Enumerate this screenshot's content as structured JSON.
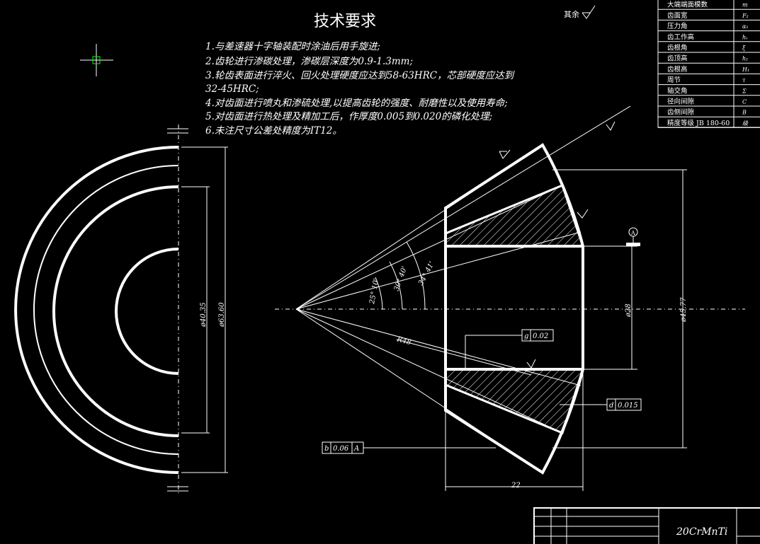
{
  "title": "技术要求",
  "requirements": [
    "1.与差速器十字轴装配时涂油后用手旋进;",
    "2.齿轮进行渗碳处理，渗碳层深度为0.9-1.3mm;",
    "3.轮齿表面进行淬火、回火处理硬度应达到58-63HRC，芯部硬度应达到",
    "32-45HRC;",
    "4.对齿面进行喷丸和渗硫处理,以提高齿轮的强度、耐磨性以及使用寿命;",
    "5.对齿面进行热处理及精加工后，作厚度0.005到0.020的磷化处理;",
    "6.未注尺寸公差处精度为IT12。"
  ],
  "roughness_note": "其余",
  "param_table": [
    {
      "name": "大端端面模数",
      "sym": "m"
    },
    {
      "name": "齿面宽",
      "sym": "F₂"
    },
    {
      "name": "压力角",
      "sym": "α₁"
    },
    {
      "name": "齿工作高",
      "sym": "hᵥ"
    },
    {
      "name": "齿根角",
      "sym": "ξ"
    },
    {
      "name": "齿顶高",
      "sym": "h₁"
    },
    {
      "name": "齿根高",
      "sym": "H₁"
    },
    {
      "name": "周节",
      "sym": "τ"
    },
    {
      "name": "轴交角",
      "sym": "Σ"
    },
    {
      "name": "径向间隙",
      "sym": "C"
    },
    {
      "name": "齿侧间隙",
      "sym": "B"
    },
    {
      "name": "精度等级 JB 180-60",
      "sym": "级"
    }
  ],
  "dimensions": {
    "d_inner": "ø40.35",
    "d_outer": "ø63.60",
    "d_bore": "ø28",
    "d_large": "ø45.77",
    "radius": "R48",
    "width": "22",
    "angle1": "25° 10'",
    "angle2": "30° 40'",
    "angle3": "34° 41'"
  },
  "tolerances": {
    "flatness": "0.02",
    "runout_face": "0.015",
    "runout_axis": "0.06",
    "datum": "A"
  },
  "material": "20CrMnTi"
}
